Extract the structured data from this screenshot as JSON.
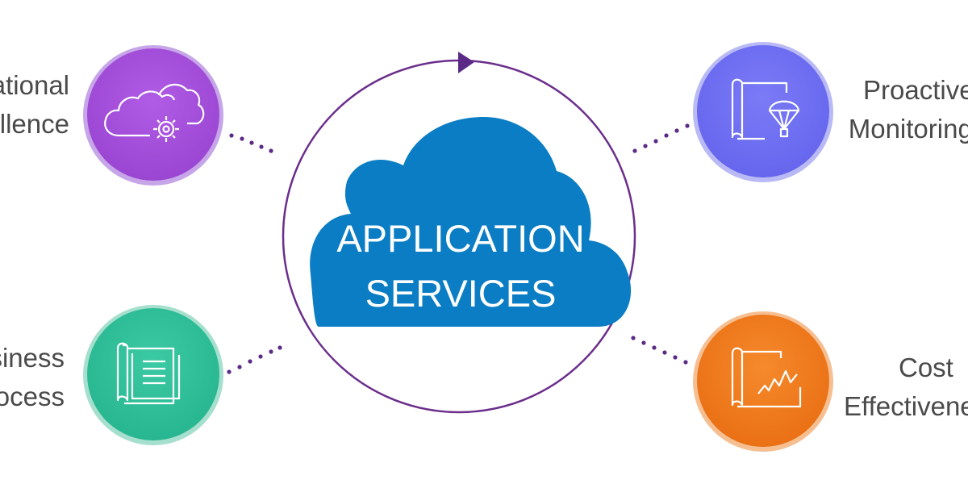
{
  "center": {
    "line1": "APPLICATION",
    "line2": "SERVICES"
  },
  "nodes": {
    "operational_excellence": {
      "line1": "Operational",
      "line2": "Excellence",
      "icon": "cloud-gear-icon",
      "color": "#a24fd8"
    },
    "business_process": {
      "line1": "Business",
      "line2": "Process",
      "icon": "document-list-icon",
      "color": "#2ebf99"
    },
    "proactive_monitoring": {
      "line1": "Proactive",
      "line2": "Monitoring",
      "icon": "blueprint-parachute-icon",
      "color": "#6f6ff2"
    },
    "cost_effectiveness": {
      "line1": "Cost",
      "line2": "Effectiveness",
      "icon": "chart-growth-icon",
      "color": "#ef7a1c"
    }
  },
  "colors": {
    "cloud": "#0a7dc4",
    "ring": "#6b2e8c",
    "connector_dots": "#5b2a86",
    "label_text": "#4a4a4a"
  }
}
